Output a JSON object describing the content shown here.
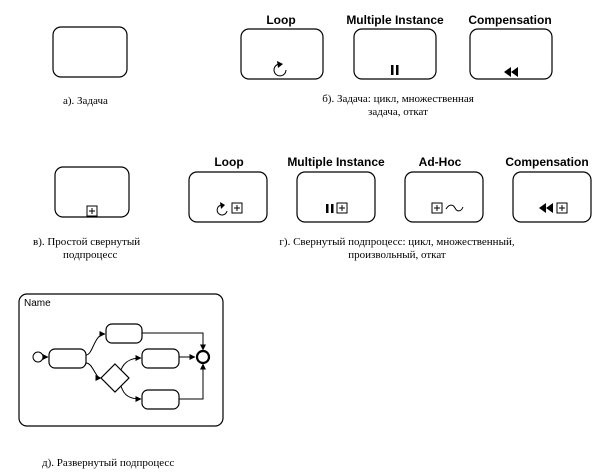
{
  "row1": {
    "caption_a": "а). Задача",
    "headers": [
      "Loop",
      "Multiple Instance",
      "Compensation"
    ],
    "caption_b_line1": "б). Задача: цикл, множественная",
    "caption_b_line2": "задача, откат"
  },
  "row2": {
    "caption_c_line1": "в). Простой свернутый",
    "caption_c_line2": "подпроцесс",
    "headers": [
      "Loop",
      "Multiple Instance",
      "Ad-Hoc",
      "Compensation"
    ],
    "caption_d_line1": "г). Свернутый подпроцесс: цикл, множественный,",
    "caption_d_line2": "произвольный, откат"
  },
  "expanded": {
    "name": "Name",
    "caption": "д). Развернутый подпроцесс"
  }
}
